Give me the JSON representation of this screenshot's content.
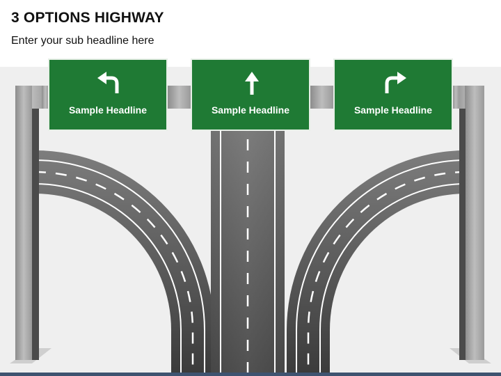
{
  "title": "3 OPTIONS HIGHWAY",
  "subtitle": "Enter your sub headline here",
  "signs": [
    {
      "label": "Sample Headline",
      "icon": "turn-left-arrow-icon"
    },
    {
      "label": "Sample Headline",
      "icon": "straight-arrow-icon"
    },
    {
      "label": "Sample Headline",
      "icon": "turn-right-arrow-icon"
    }
  ],
  "colors": {
    "sign_green": "#1f7a34",
    "sign_border": "#e8f0e8",
    "road_dark": "#4a4a4a",
    "road_light": "#8a8a8a",
    "pole_gray": "#a6a6a6",
    "background": "#efefef",
    "accent_bar": "#3e5370"
  }
}
